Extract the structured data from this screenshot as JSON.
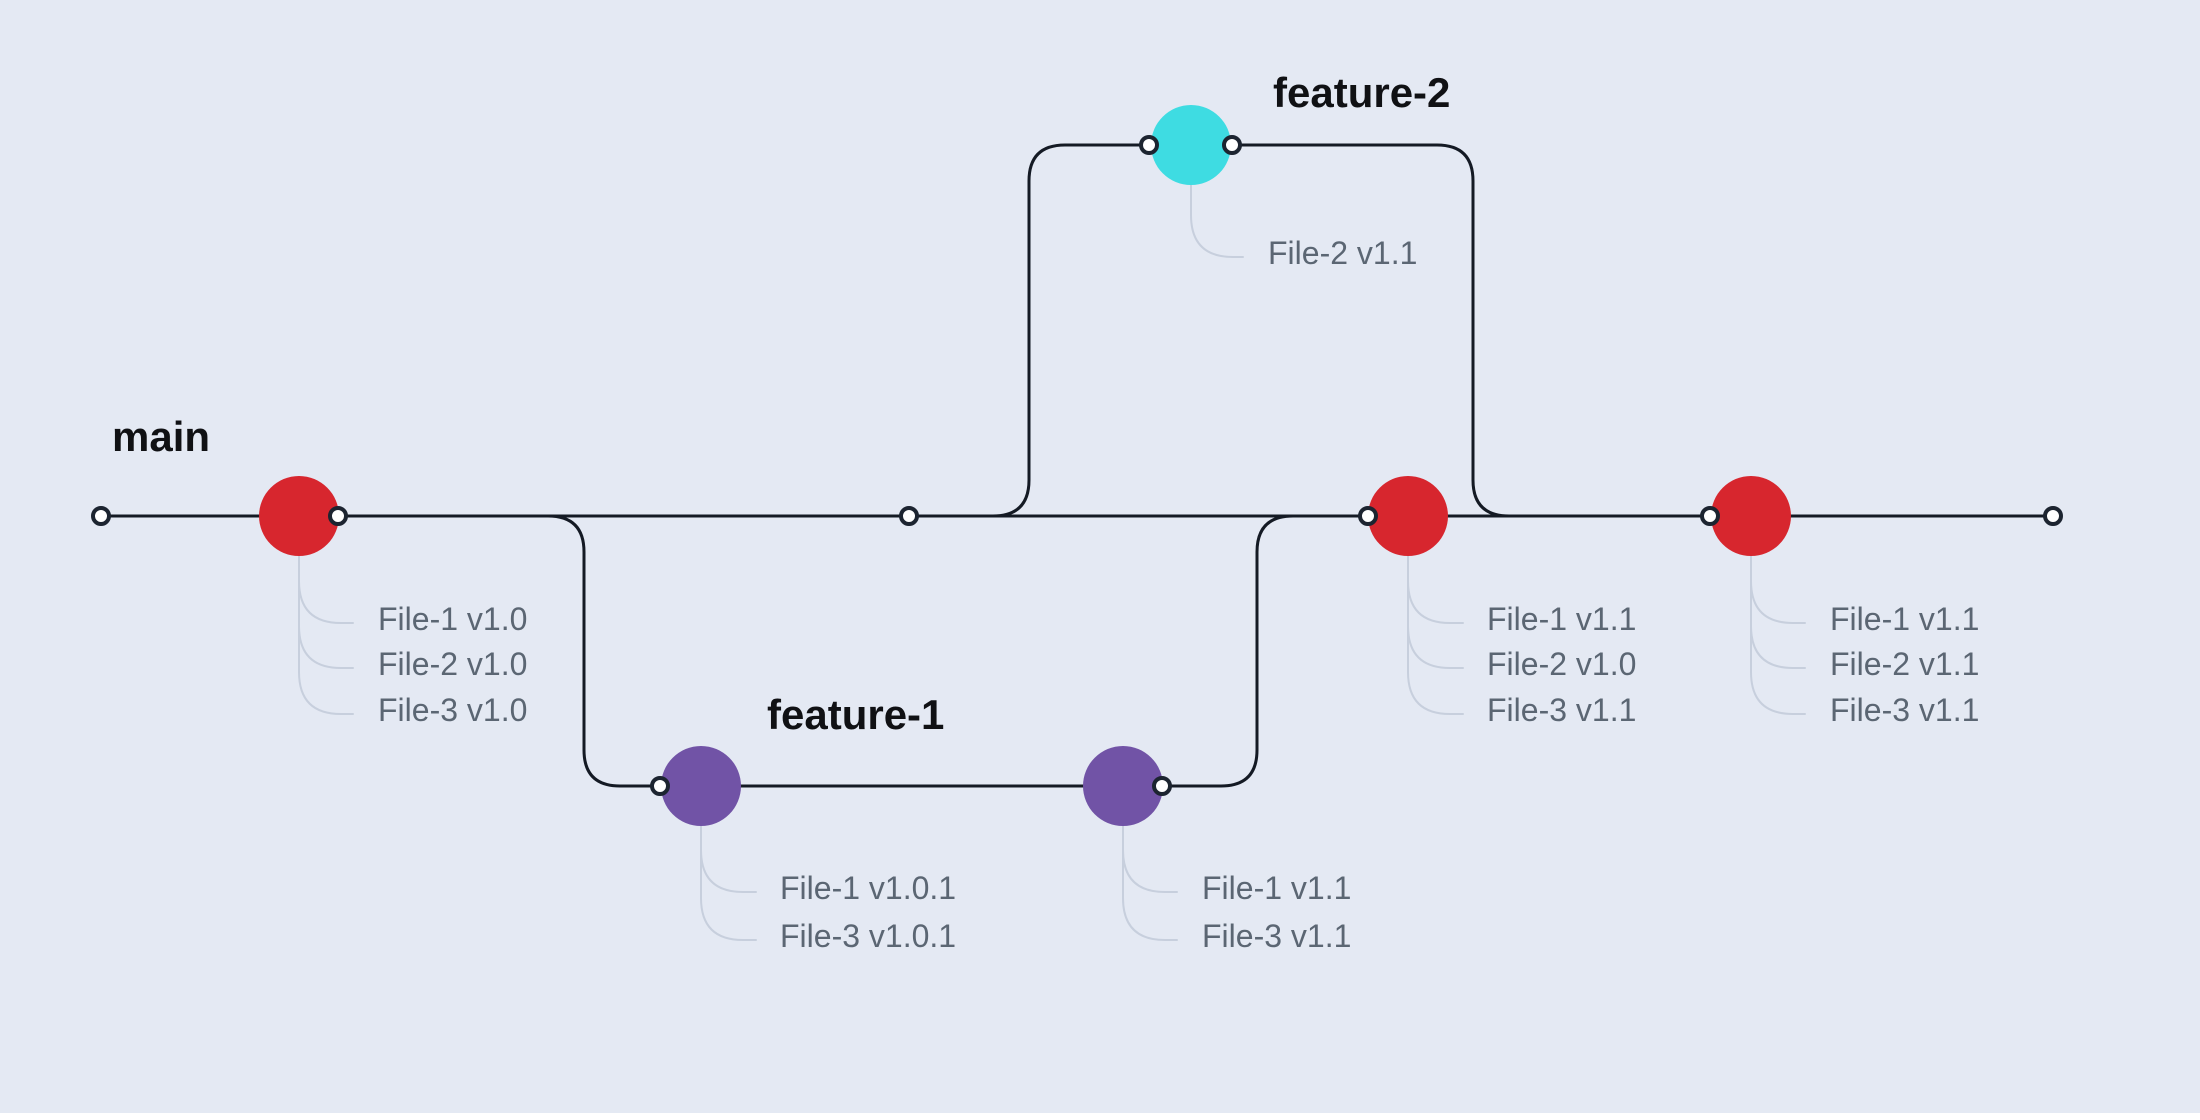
{
  "colors": {
    "background": "#e4e9f3",
    "line": "#141a24",
    "connector": "#c7cfdd",
    "node_fill": "#ffffff",
    "node_ring": "#1c2430",
    "title": "#101114",
    "label": "#5b6673",
    "main": "#d7262e",
    "feature1": "#7153a6",
    "feature2": "#3edce2"
  },
  "branches": {
    "main": {
      "label": "main"
    },
    "feature1": {
      "label": "feature-1"
    },
    "feature2": {
      "label": "feature-2"
    }
  },
  "commits": {
    "main1": {
      "branch": "main",
      "files": [
        "File-1 v1.0",
        "File-2 v1.0",
        "File-3 v1.0"
      ]
    },
    "feature1a": {
      "branch": "feature-1",
      "files": [
        "File-1 v1.0.1",
        "File-3 v1.0.1"
      ]
    },
    "feature1b": {
      "branch": "feature-1",
      "files": [
        "File-1 v1.1",
        "File-3 v1.1"
      ]
    },
    "feature2a": {
      "branch": "feature-2",
      "files": [
        "File-2 v1.1"
      ]
    },
    "main2": {
      "branch": "main",
      "files": [
        "File-1 v1.1",
        "File-2 v1.0",
        "File-3 v1.1"
      ]
    },
    "main3": {
      "branch": "main",
      "files": [
        "File-1 v1.1",
        "File-2 v1.1",
        "File-3 v1.1"
      ]
    }
  }
}
